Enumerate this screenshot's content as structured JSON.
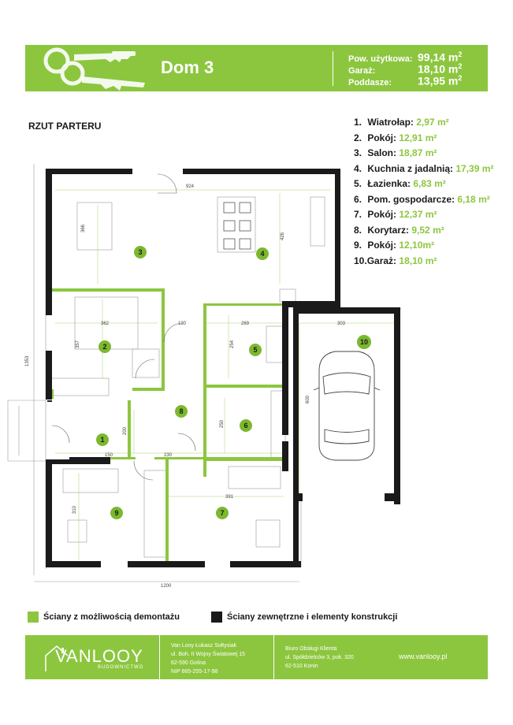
{
  "header": {
    "title": "Dom 3",
    "stats": [
      {
        "label": "Pow. użytkowa:",
        "value": "99,14 m",
        "sup": "2"
      },
      {
        "label": "Garaż:",
        "value": "18,10 m",
        "sup": "2"
      },
      {
        "label": "Poddasze:",
        "value": "13,95 m",
        "sup": "2"
      }
    ]
  },
  "plan_title": "RZUT PARTERU",
  "rooms": [
    {
      "num": "1.",
      "name": "Wiatrołap:",
      "area": "2,97 m²"
    },
    {
      "num": "2.",
      "name": "Pokój:",
      "area": "12,91 m²"
    },
    {
      "num": "3.",
      "name": "Salon:",
      "area": "18,87 m²"
    },
    {
      "num": "4.",
      "name": "Kuchnia z jadalnią:",
      "area": "17,39 m²"
    },
    {
      "num": "5.",
      "name": "Łazienka:",
      "area": "6,83 m²"
    },
    {
      "num": "6.",
      "name": "Pom. gospodarcze:",
      "area": "6,18 m²"
    },
    {
      "num": "7.",
      "name": "Pokój:",
      "area": "12,37 m²"
    },
    {
      "num": "8.",
      "name": "Korytarz:",
      "area": "9,52 m²"
    },
    {
      "num": "9.",
      "name": "Pokój:",
      "area": "12,10m²"
    },
    {
      "num": "10.",
      "name": "Garaż:",
      "area": "18,10 m²"
    }
  ],
  "plan_markers": [
    "1",
    "2",
    "3",
    "4",
    "5",
    "6",
    "7",
    "8",
    "9",
    "10"
  ],
  "dimensions": [
    "924",
    "366",
    "426",
    "362",
    "357",
    "130",
    "269",
    "254",
    "303",
    "600",
    "1353",
    "200",
    "250",
    "150",
    "230",
    "310",
    "391",
    "1200"
  ],
  "legend": {
    "demountable": "Ściany z możliwością demontażu",
    "structural": "Ściany zewnętrzne i elementy konstrukcji"
  },
  "colors": {
    "accent": "#8cc63f",
    "wall": "#1a1a1a",
    "marker": "#7cb82f"
  },
  "footer": {
    "logo": "VANLOOY",
    "logo_sub": "BUDOWNICTWO",
    "company": [
      "Van Looy Łukasz Sołtysiak",
      "ul. Boh. II Wojny Światowej 15",
      "62-590 Golina",
      "NIP 665-255-17-98"
    ],
    "office": [
      "Biuro Obsługi Klienta",
      "ul. Spółdzielców 3, pok. 320",
      "62-510 Konin"
    ],
    "website": "www.vanlooy.pl"
  }
}
